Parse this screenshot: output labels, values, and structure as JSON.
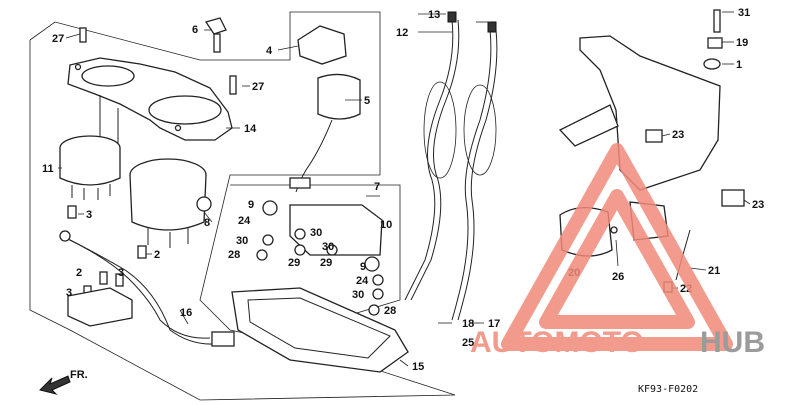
{
  "diagram_code": "KF93-F0202",
  "direction_label": "FR.",
  "watermark": {
    "brand_part1": "AUTOMOTO",
    "brand_part2": "HUB",
    "accent_color": "#f08a7a",
    "dark_color": "#8a8a8a"
  },
  "parts": [
    {
      "id": "p1",
      "label": "1"
    },
    {
      "id": "p2a",
      "label": "2"
    },
    {
      "id": "p2b",
      "label": "2"
    },
    {
      "id": "p3a",
      "label": "3"
    },
    {
      "id": "p3b",
      "label": "3"
    },
    {
      "id": "p3c",
      "label": "3"
    },
    {
      "id": "p4",
      "label": "4"
    },
    {
      "id": "p5",
      "label": "5"
    },
    {
      "id": "p6",
      "label": "6"
    },
    {
      "id": "p7",
      "label": "7"
    },
    {
      "id": "p8",
      "label": "8"
    },
    {
      "id": "p9a",
      "label": "9"
    },
    {
      "id": "p9b",
      "label": "9"
    },
    {
      "id": "p10",
      "label": "10"
    },
    {
      "id": "p11",
      "label": "11"
    },
    {
      "id": "p12",
      "label": "12"
    },
    {
      "id": "p13",
      "label": "13"
    },
    {
      "id": "p14",
      "label": "14"
    },
    {
      "id": "p15",
      "label": "15"
    },
    {
      "id": "p16",
      "label": "16"
    },
    {
      "id": "p17",
      "label": "17"
    },
    {
      "id": "p18",
      "label": "18"
    },
    {
      "id": "p19",
      "label": "19"
    },
    {
      "id": "p20",
      "label": "20"
    },
    {
      "id": "p21",
      "label": "21"
    },
    {
      "id": "p22",
      "label": "22"
    },
    {
      "id": "p23a",
      "label": "23"
    },
    {
      "id": "p23b",
      "label": "23"
    },
    {
      "id": "p24a",
      "label": "24"
    },
    {
      "id": "p24b",
      "label": "24"
    },
    {
      "id": "p25",
      "label": "25"
    },
    {
      "id": "p26",
      "label": "26"
    },
    {
      "id": "p27a",
      "label": "27"
    },
    {
      "id": "p27b",
      "label": "27"
    },
    {
      "id": "p28a",
      "label": "28"
    },
    {
      "id": "p28b",
      "label": "28"
    },
    {
      "id": "p29a",
      "label": "29"
    },
    {
      "id": "p29b",
      "label": "29"
    },
    {
      "id": "p30a",
      "label": "30"
    },
    {
      "id": "p30b",
      "label": "30"
    },
    {
      "id": "p30c",
      "label": "30"
    },
    {
      "id": "p31",
      "label": "31"
    }
  ]
}
